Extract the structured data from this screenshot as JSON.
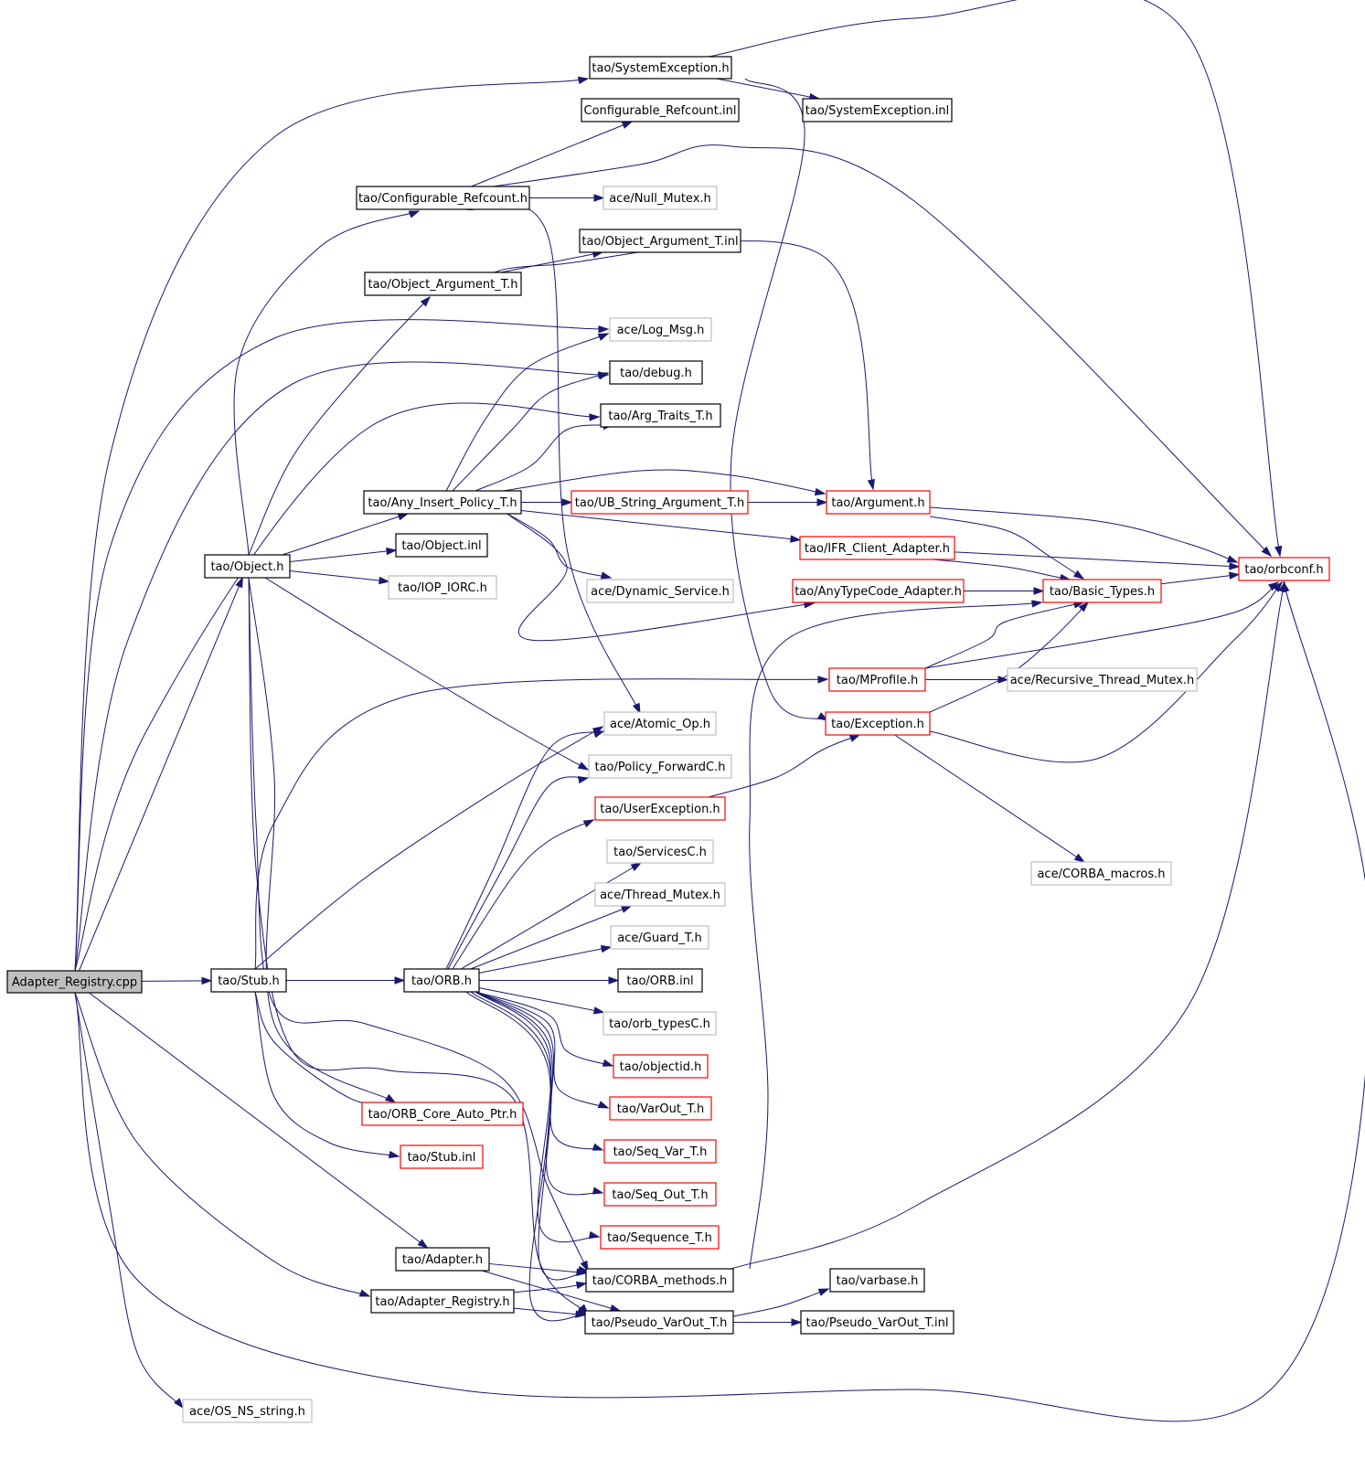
{
  "graph": {
    "title": "Adapter_Registry.cpp",
    "colors": {
      "edge": "#191970",
      "border_default": "#000000",
      "border_truncated": "#ff0000",
      "border_external": "#bfbfbf",
      "root_fill": "#bfbfbf"
    },
    "nodes": [
      {
        "id": "root",
        "label": "Adapter_Registry.cpp",
        "kind": "root"
      },
      {
        "id": "sysexc",
        "label": "tao/SystemException.h",
        "kind": "default"
      },
      {
        "id": "confrefinl",
        "label": "Configurable_Refcount.inl",
        "kind": "default"
      },
      {
        "id": "sysexcinl",
        "label": "tao/SystemException.inl",
        "kind": "default"
      },
      {
        "id": "confref",
        "label": "tao/Configurable_Refcount.h",
        "kind": "default"
      },
      {
        "id": "nullmutex",
        "label": "ace/Null_Mutex.h",
        "kind": "external"
      },
      {
        "id": "objarginl",
        "label": "tao/Object_Argument_T.inl",
        "kind": "default"
      },
      {
        "id": "objarg",
        "label": "tao/Object_Argument_T.h",
        "kind": "default"
      },
      {
        "id": "logmsg",
        "label": "ace/Log_Msg.h",
        "kind": "external"
      },
      {
        "id": "debug",
        "label": "tao/debug.h",
        "kind": "default"
      },
      {
        "id": "argtraits",
        "label": "tao/Arg_Traits_T.h",
        "kind": "default"
      },
      {
        "id": "anyinsert",
        "label": "tao/Any_Insert_Policy_T.h",
        "kind": "default"
      },
      {
        "id": "ubstring",
        "label": "tao/UB_String_Argument_T.h",
        "kind": "truncated"
      },
      {
        "id": "argument",
        "label": "tao/Argument.h",
        "kind": "truncated"
      },
      {
        "id": "objectinl",
        "label": "tao/Object.inl",
        "kind": "default"
      },
      {
        "id": "object",
        "label": "tao/Object.h",
        "kind": "default"
      },
      {
        "id": "ifr",
        "label": "tao/IFR_Client_Adapter.h",
        "kind": "truncated"
      },
      {
        "id": "orbconf",
        "label": "tao/orbconf.h",
        "kind": "truncated"
      },
      {
        "id": "ioporc",
        "label": "tao/IOP_IORC.h",
        "kind": "external"
      },
      {
        "id": "dynservice",
        "label": "ace/Dynamic_Service.h",
        "kind": "external"
      },
      {
        "id": "anytc",
        "label": "tao/AnyTypeCode_Adapter.h",
        "kind": "truncated"
      },
      {
        "id": "basictypes",
        "label": "tao/Basic_Types.h",
        "kind": "truncated"
      },
      {
        "id": "mprofile",
        "label": "tao/MProfile.h",
        "kind": "truncated"
      },
      {
        "id": "recmutex",
        "label": "ace/Recursive_Thread_Mutex.h",
        "kind": "external"
      },
      {
        "id": "atomicop",
        "label": "ace/Atomic_Op.h",
        "kind": "external"
      },
      {
        "id": "exception",
        "label": "tao/Exception.h",
        "kind": "truncated"
      },
      {
        "id": "policyfwd",
        "label": "tao/Policy_ForwardC.h",
        "kind": "external"
      },
      {
        "id": "userexc",
        "label": "tao/UserException.h",
        "kind": "truncated"
      },
      {
        "id": "servicesc",
        "label": "tao/ServicesC.h",
        "kind": "external"
      },
      {
        "id": "corbamacros",
        "label": "ace/CORBA_macros.h",
        "kind": "external"
      },
      {
        "id": "threadmutex",
        "label": "ace/Thread_Mutex.h",
        "kind": "external"
      },
      {
        "id": "guard",
        "label": "ace/Guard_T.h",
        "kind": "external"
      },
      {
        "id": "stub",
        "label": "tao/Stub.h",
        "kind": "default"
      },
      {
        "id": "orb",
        "label": "tao/ORB.h",
        "kind": "default"
      },
      {
        "id": "orbinl",
        "label": "tao/ORB.inl",
        "kind": "default"
      },
      {
        "id": "orbtypes",
        "label": "tao/orb_typesC.h",
        "kind": "external"
      },
      {
        "id": "objectid",
        "label": "tao/objectid.h",
        "kind": "truncated"
      },
      {
        "id": "varout",
        "label": "tao/VarOut_T.h",
        "kind": "truncated"
      },
      {
        "id": "orbcoreauto",
        "label": "tao/ORB_Core_Auto_Ptr.h",
        "kind": "truncated"
      },
      {
        "id": "seqvar",
        "label": "tao/Seq_Var_T.h",
        "kind": "truncated"
      },
      {
        "id": "stubinl",
        "label": "tao/Stub.inl",
        "kind": "truncated"
      },
      {
        "id": "seqout",
        "label": "tao/Seq_Out_T.h",
        "kind": "truncated"
      },
      {
        "id": "sequence",
        "label": "tao/Sequence_T.h",
        "kind": "truncated"
      },
      {
        "id": "adapter",
        "label": "tao/Adapter.h",
        "kind": "default"
      },
      {
        "id": "corbamethods",
        "label": "tao/CORBA_methods.h",
        "kind": "default"
      },
      {
        "id": "varbase",
        "label": "tao/varbase.h",
        "kind": "default"
      },
      {
        "id": "adapterreg",
        "label": "tao/Adapter_Registry.h",
        "kind": "default"
      },
      {
        "id": "pseudovarout",
        "label": "tao/Pseudo_VarOut_T.h",
        "kind": "default"
      },
      {
        "id": "pseudovaroutinl",
        "label": "tao/Pseudo_VarOut_T.inl",
        "kind": "default"
      },
      {
        "id": "osnsstring",
        "label": "ace/OS_NS_string.h",
        "kind": "external"
      }
    ],
    "edges": [
      [
        "root",
        "sysexc"
      ],
      [
        "root",
        "object"
      ],
      [
        "root",
        "stub"
      ],
      [
        "root",
        "logmsg"
      ],
      [
        "root",
        "debug"
      ],
      [
        "root",
        "argtraits"
      ],
      [
        "root",
        "adapter"
      ],
      [
        "root",
        "adapterreg"
      ],
      [
        "root",
        "orbconf"
      ],
      [
        "root",
        "osnsstring"
      ],
      [
        "sysexc",
        "sysexcinl"
      ],
      [
        "sysexc",
        "orbconf"
      ],
      [
        "sysexc",
        "exception"
      ],
      [
        "confref",
        "confrefinl"
      ],
      [
        "confref",
        "nullmutex"
      ],
      [
        "confref",
        "orbconf"
      ],
      [
        "confref",
        "atomicop"
      ],
      [
        "objarg",
        "objarginl"
      ],
      [
        "objarg",
        "argument"
      ],
      [
        "anyinsert",
        "ubstring"
      ],
      [
        "anyinsert",
        "argument"
      ],
      [
        "anyinsert",
        "ifr"
      ],
      [
        "anyinsert",
        "dynservice"
      ],
      [
        "anyinsert",
        "anytc"
      ],
      [
        "anyinsert",
        "logmsg"
      ],
      [
        "anyinsert",
        "debug"
      ],
      [
        "anyinsert",
        "argtraits"
      ],
      [
        "ubstring",
        "argument"
      ],
      [
        "argument",
        "orbconf"
      ],
      [
        "argument",
        "basictypes"
      ],
      [
        "ifr",
        "orbconf"
      ],
      [
        "ifr",
        "basictypes"
      ],
      [
        "anytc",
        "basictypes"
      ],
      [
        "basictypes",
        "orbconf"
      ],
      [
        "object",
        "confref"
      ],
      [
        "object",
        "objarg"
      ],
      [
        "object",
        "anyinsert"
      ],
      [
        "object",
        "objectinl"
      ],
      [
        "object",
        "ioporc"
      ],
      [
        "object",
        "policyfwd"
      ],
      [
        "object",
        "orbcoreauto"
      ],
      [
        "object",
        "corbamethods"
      ],
      [
        "object",
        "pseudovarout"
      ],
      [
        "mprofile",
        "recmutex"
      ],
      [
        "mprofile",
        "basictypes"
      ],
      [
        "mprofile",
        "orbconf"
      ],
      [
        "exception",
        "basictypes"
      ],
      [
        "exception",
        "orbconf"
      ],
      [
        "exception",
        "corbamacros"
      ],
      [
        "userexc",
        "exception"
      ],
      [
        "stub",
        "orb"
      ],
      [
        "stub",
        "mprofile"
      ],
      [
        "stub",
        "atomicop"
      ],
      [
        "stub",
        "orbcoreauto"
      ],
      [
        "stub",
        "stubinl"
      ],
      [
        "orb",
        "atomicop"
      ],
      [
        "orb",
        "policyfwd"
      ],
      [
        "orb",
        "userexc"
      ],
      [
        "orb",
        "servicesc"
      ],
      [
        "orb",
        "threadmutex"
      ],
      [
        "orb",
        "guard"
      ],
      [
        "orb",
        "orbinl"
      ],
      [
        "orb",
        "orbtypes"
      ],
      [
        "orb",
        "objectid"
      ],
      [
        "orb",
        "varout"
      ],
      [
        "orb",
        "seqvar"
      ],
      [
        "orb",
        "seqout"
      ],
      [
        "orb",
        "sequence"
      ],
      [
        "orb",
        "corbamethods"
      ],
      [
        "orb",
        "pseudovarout"
      ],
      [
        "adapter",
        "corbamethods"
      ],
      [
        "adapter",
        "pseudovarout"
      ],
      [
        "adapterreg",
        "corbamethods"
      ],
      [
        "adapterreg",
        "pseudovarout"
      ],
      [
        "corbamethods",
        "orbconf"
      ],
      [
        "corbamethods",
        "basictypes"
      ],
      [
        "pseudovarout",
        "varbase"
      ],
      [
        "pseudovarout",
        "pseudovaroutinl"
      ]
    ]
  }
}
